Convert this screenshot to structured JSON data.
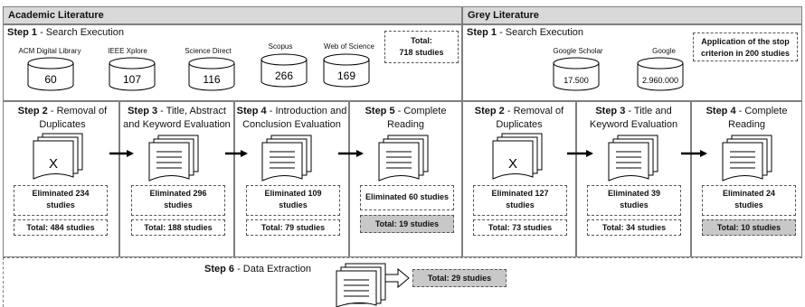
{
  "academic": {
    "header": "Academic Literature",
    "step1": {
      "num": "Step 1",
      "label": " - Search Execution"
    },
    "databases": [
      {
        "name": "ACM Digital Library",
        "count": "60"
      },
      {
        "name": "IEEE Xplore",
        "count": "107"
      },
      {
        "name": "Science Direct",
        "count": "116"
      },
      {
        "name": "Scopus",
        "count": "266"
      },
      {
        "name": "Web of Science",
        "count": "169"
      }
    ],
    "total_line1": "Total:",
    "total_line2": "718 studies",
    "steps": [
      {
        "num": "Step 2",
        "line1": " - Removal of",
        "line2": "Duplicates",
        "elim1": "Eliminated 234",
        "elim2": "studies",
        "total": "Total: 484 studies"
      },
      {
        "num": "Step 3",
        "line1": " - Title, Abstract",
        "line2": "and Keyword Evaluation",
        "elim1": "Eliminated 296",
        "elim2": "studies",
        "total": "Total: 188 studies"
      },
      {
        "num": "Step 4",
        "line1": " - Introduction and",
        "line2": "Conclusion Evaluation",
        "elim1": "Eliminated 109",
        "elim2": "studies",
        "total": "Total: 79 studies"
      },
      {
        "num": "Step 5",
        "line1": " - Complete",
        "line2": "Reading",
        "elim1": "Eliminated 60 studies",
        "elim2": "",
        "total": "Total: 19 studies"
      }
    ]
  },
  "grey": {
    "header": "Grey Literature",
    "step1": {
      "num": "Step 1",
      "label": " - Search Execution"
    },
    "sources": [
      {
        "name": "Google Scholar",
        "count": "17.500"
      },
      {
        "name": "Google",
        "count": "2.960.000"
      }
    ],
    "stop_line1": "Application of the stop",
    "stop_line2": "criterion in 200 studies",
    "steps": [
      {
        "num": "Step 2",
        "line1": " - Removal of",
        "line2": "Duplicates",
        "elim1": "Eliminated 127",
        "elim2": "studies",
        "total": "Total: 73 studies"
      },
      {
        "num": "Step 3",
        "line1": " - Title and",
        "line2": "Keyword Evaluation",
        "elim1": "Eliminated 39",
        "elim2": "studies",
        "total": "Total: 34 studies"
      },
      {
        "num": "Step 4",
        "line1": " - Complete",
        "line2": "Reading",
        "elim1": "Eliminated 24",
        "elim2": "studies",
        "total": "Total: 10 studies"
      }
    ]
  },
  "extraction": {
    "num": "Step 6",
    "label": " - Data Extraction",
    "total": "Total: 29 studies"
  },
  "colors": {
    "header_bg": "#d9d9d9",
    "highlight_bg": "#c8c8c8",
    "border": "#7f7f7f"
  },
  "icons": {
    "deleted_doc": "doc-stack-x-icon",
    "doc": "doc-stack-lines-icon",
    "db": "database-cylinder-icon",
    "arrow": "arrow-right-icon"
  }
}
